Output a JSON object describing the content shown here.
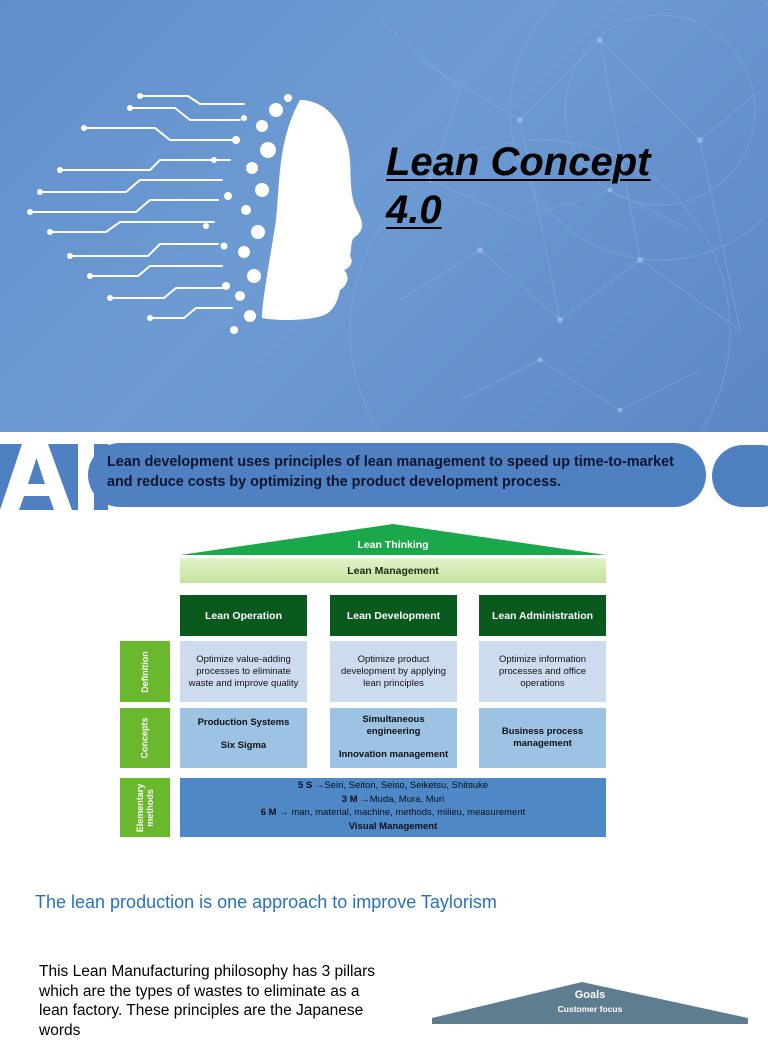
{
  "hero": {
    "title_line1": "Lean Concept",
    "title_line2": "4.0"
  },
  "banner": {
    "text": "Lean development uses principles of lean management to speed up time-to-market and reduce costs by optimizing the product development process."
  },
  "diagram": {
    "roof": "Lean Thinking",
    "management": "Lean Management",
    "pillars": [
      {
        "head": "Lean Operation",
        "definition": "Optimize value-adding processes to eliminate waste and improve quality",
        "concept1": "Production Systems",
        "concept2": "Six Sigma"
      },
      {
        "head": "Lean Development",
        "definition": "Optimize product development by applying lean principles",
        "concept1": "Simultaneous engineering",
        "concept2": "Innovation management"
      },
      {
        "head": "Lean Administration",
        "definition": "Optimize information processes and office operations",
        "concept1": "Business process management",
        "concept2": ""
      }
    ],
    "side_labels": {
      "definition": "Definition",
      "concepts": "Concepts",
      "methods": "Elementary methods"
    },
    "methods": {
      "line1_key": "5 S",
      "line1_val": "Seiri, Seiton, Seiso, Seiketsu, Shitsuke",
      "line2_key": "3 M",
      "line2_val": "Muda, Mura, Muri",
      "line3_key": "6 M",
      "line3_val": " man, material, machine, methods, milieu, measurement",
      "line4": "Visual Management"
    }
  },
  "taylorism": "The lean production is one approach to improve Taylorism",
  "paragraph": "This Lean Manufacturing philosophy has 3 pillars which are the types of wastes to  eliminate as a lean factory. These principles are the Japanese words",
  "goals": {
    "title": "Goals",
    "subtitle": "Customer focus"
  },
  "colors": {
    "hero_bg": "#6e9bd3",
    "banner_blue": "#4f80c2",
    "pillar_green": "#0a5a1e",
    "side_green": "#6ab82e",
    "roof_green": "#1aa84a",
    "link_blue": "#2a72b8"
  }
}
